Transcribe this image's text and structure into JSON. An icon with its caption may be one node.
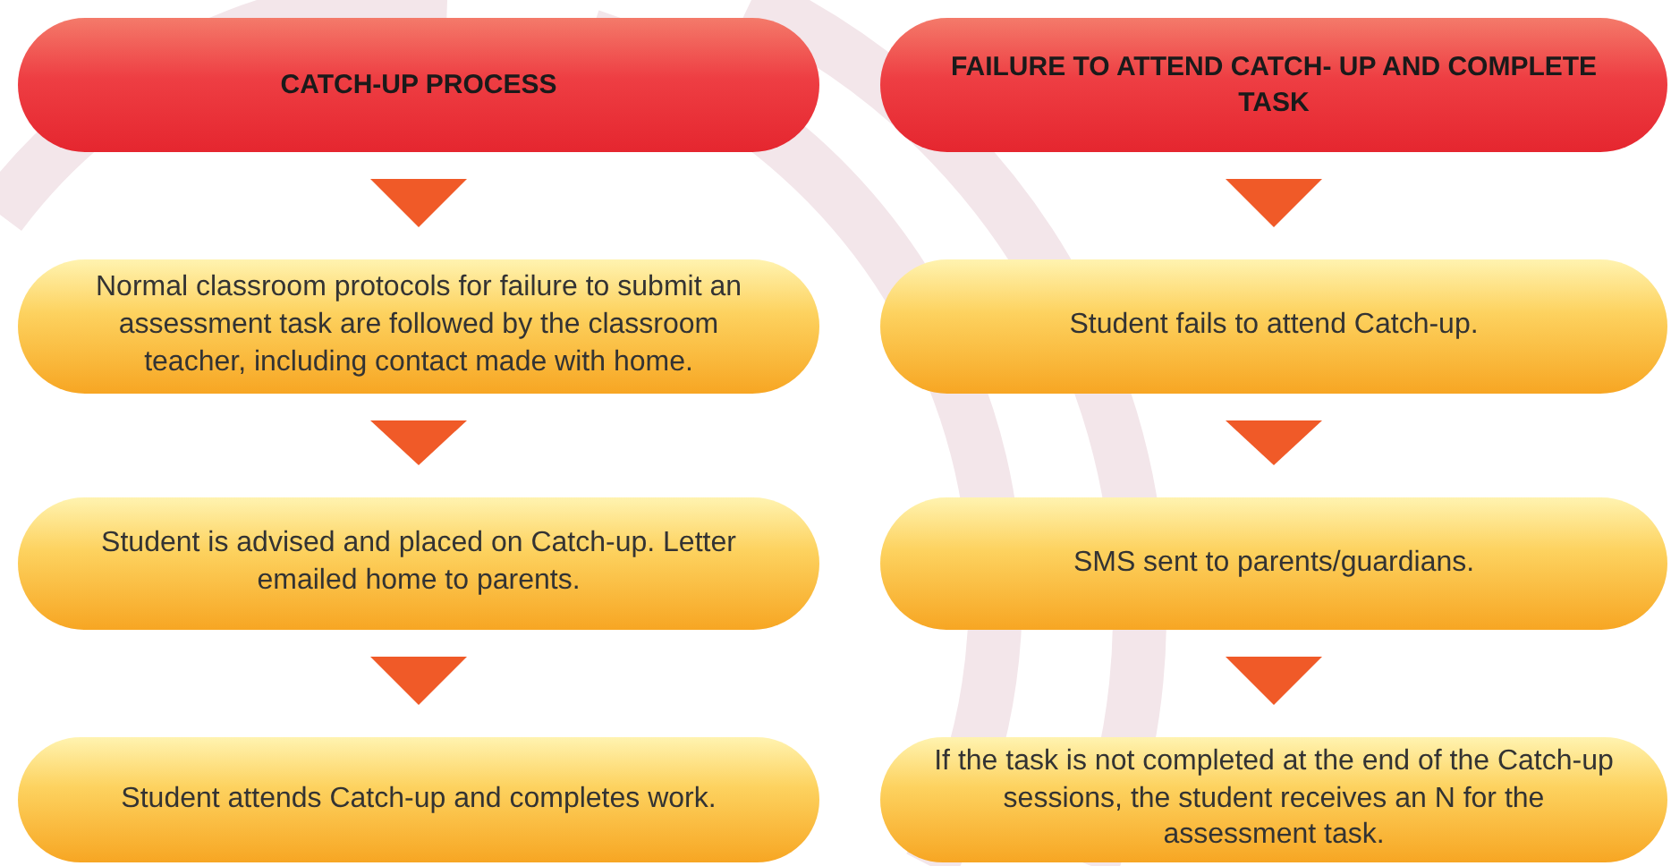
{
  "diagram": {
    "nodes": [
      {
        "text": [
          "CATCH-UP PROCESS"
        ]
      },
      {
        "text": [
          "Normal classroom protocols for failure to submit an assessment task are followed by the classroom teacher, including contact made with home."
        ]
      },
      {
        "text": [
          "Student is advised and placed on Catch-up. Letter emailed home to parents."
        ]
      },
      {
        "text": [
          "Student attends Catch-up and completes work."
        ]
      },
      {
        "text": [
          "FAILURE TO ATTEND CATCH- UP AND COMPLETE TASK"
        ]
      },
      {
        "text": [
          "Student fails to attend Catch-up."
        ]
      },
      {
        "text": [
          "SMS sent to parents/guardians."
        ]
      },
      {
        "text": [
          "If the task is not completed at the end of the Catch-up sessions, the student receives an N for the assessment task."
        ]
      }
    ],
    "edges": [
      {
        "from": 0,
        "to": 1,
        "arrow": "to"
      },
      {
        "from": 1,
        "to": 2,
        "arrow": "to"
      },
      {
        "from": 2,
        "to": 3,
        "arrow": "to"
      },
      {
        "from": 4,
        "to": 5,
        "arrow": "to"
      },
      {
        "from": 5,
        "to": 6,
        "arrow": "to"
      },
      {
        "from": 6,
        "to": 7,
        "arrow": "to"
      }
    ]
  }
}
